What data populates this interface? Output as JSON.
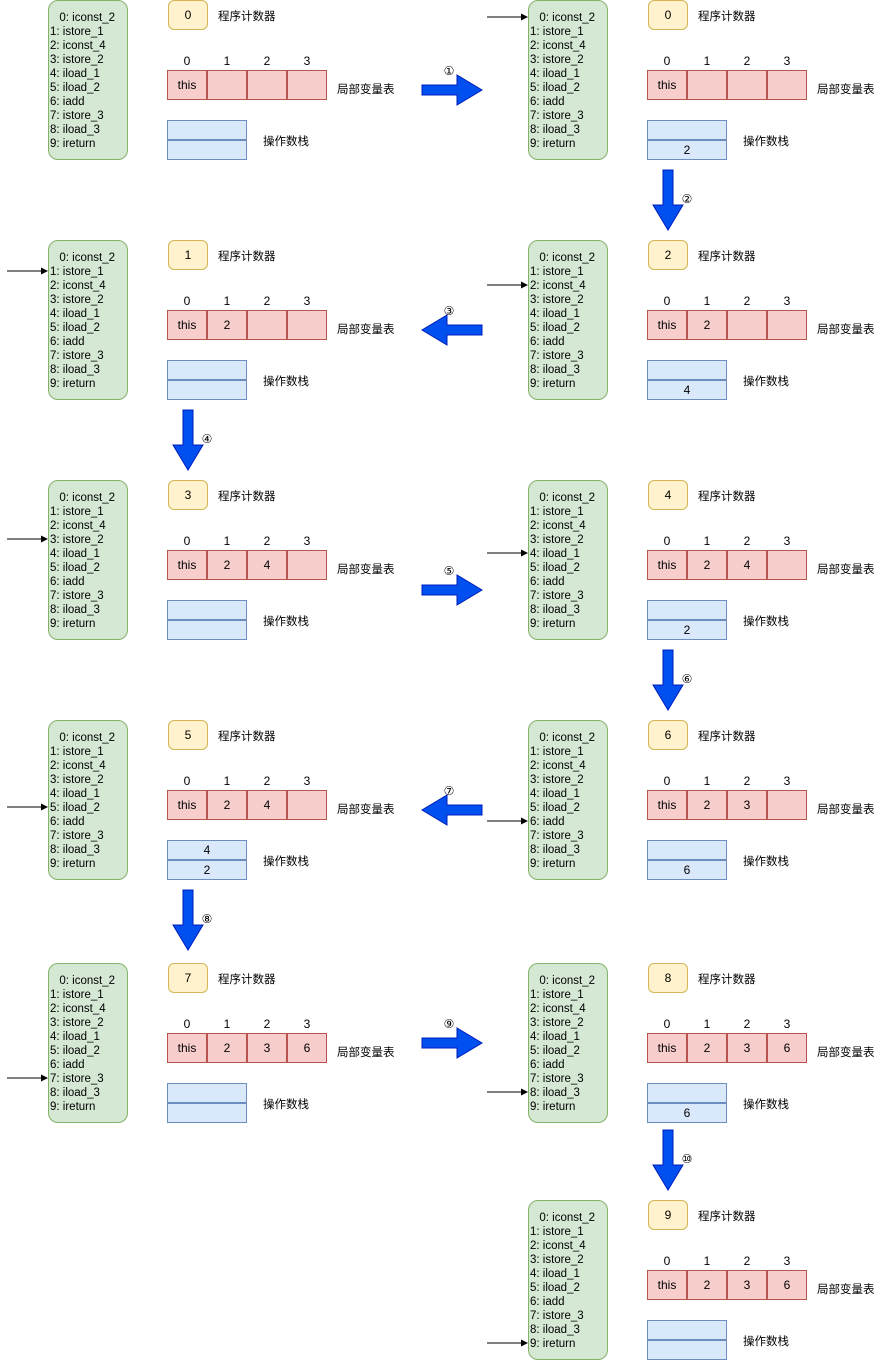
{
  "labels": {
    "pc": "程序计数器",
    "locals": "局部变量表",
    "stack": "操作数栈",
    "local_indices": [
      "0",
      "1",
      "2",
      "3"
    ]
  },
  "bytecode": [
    "0: iconst_2",
    "1: istore_1",
    "2: iconst_4",
    "3: istore_2",
    "4: iload_1",
    "5: iload_2",
    "6: iadd",
    "7: istore_3",
    "8: iload_3",
    "9: ireturn"
  ],
  "colors": {
    "bytecode_fill": "#d5e8d4",
    "bytecode_border": "#82b366",
    "pc_fill": "#fff2cc",
    "pc_border": "#d6b656",
    "locals_fill": "#f8cecc",
    "locals_border": "#b85450",
    "stack_fill": "#dae8fc",
    "stack_border": "#6c8ebf",
    "arrow": "#0050ef"
  },
  "states": [
    {
      "pc": "0",
      "locals": [
        "this",
        "",
        "",
        ""
      ],
      "stack": [
        "",
        ""
      ],
      "pointer": null
    },
    {
      "pc": "0",
      "locals": [
        "this",
        "",
        "",
        ""
      ],
      "stack": [
        "",
        "2"
      ],
      "pointer": 0
    },
    {
      "pc": "2",
      "locals": [
        "this",
        "2",
        "",
        ""
      ],
      "stack": [
        "",
        "4"
      ],
      "pointer": 2
    },
    {
      "pc": "1",
      "locals": [
        "this",
        "2",
        "",
        ""
      ],
      "stack": [
        "",
        ""
      ],
      "pointer": 1
    },
    {
      "pc": "3",
      "locals": [
        "this",
        "2",
        "4",
        ""
      ],
      "stack": [
        "",
        ""
      ],
      "pointer": 3
    },
    {
      "pc": "4",
      "locals": [
        "this",
        "2",
        "4",
        ""
      ],
      "stack": [
        "",
        "2"
      ],
      "pointer": 4
    },
    {
      "pc": "6",
      "locals": [
        "this",
        "2",
        "3",
        ""
      ],
      "stack": [
        "",
        "6"
      ],
      "pointer": 6
    },
    {
      "pc": "5",
      "locals": [
        "this",
        "2",
        "4",
        ""
      ],
      "stack": [
        "4",
        "2"
      ],
      "pointer": 5
    },
    {
      "pc": "7",
      "locals": [
        "this",
        "2",
        "3",
        "6"
      ],
      "stack": [
        "",
        ""
      ],
      "pointer": 7
    },
    {
      "pc": "8",
      "locals": [
        "this",
        "2",
        "3",
        "6"
      ],
      "stack": [
        "",
        "6"
      ],
      "pointer": 8
    },
    {
      "pc": "9",
      "locals": [
        "this",
        "2",
        "3",
        "6"
      ],
      "stack": [
        "",
        ""
      ],
      "pointer": 9
    }
  ],
  "steps": [
    {
      "label": "①",
      "dir": "right"
    },
    {
      "label": "②",
      "dir": "down"
    },
    {
      "label": "③",
      "dir": "left"
    },
    {
      "label": "④",
      "dir": "down"
    },
    {
      "label": "⑤",
      "dir": "right"
    },
    {
      "label": "⑥",
      "dir": "down"
    },
    {
      "label": "⑦",
      "dir": "left"
    },
    {
      "label": "⑧",
      "dir": "down"
    },
    {
      "label": "⑨",
      "dir": "right"
    },
    {
      "label": "⑩",
      "dir": "down"
    }
  ]
}
